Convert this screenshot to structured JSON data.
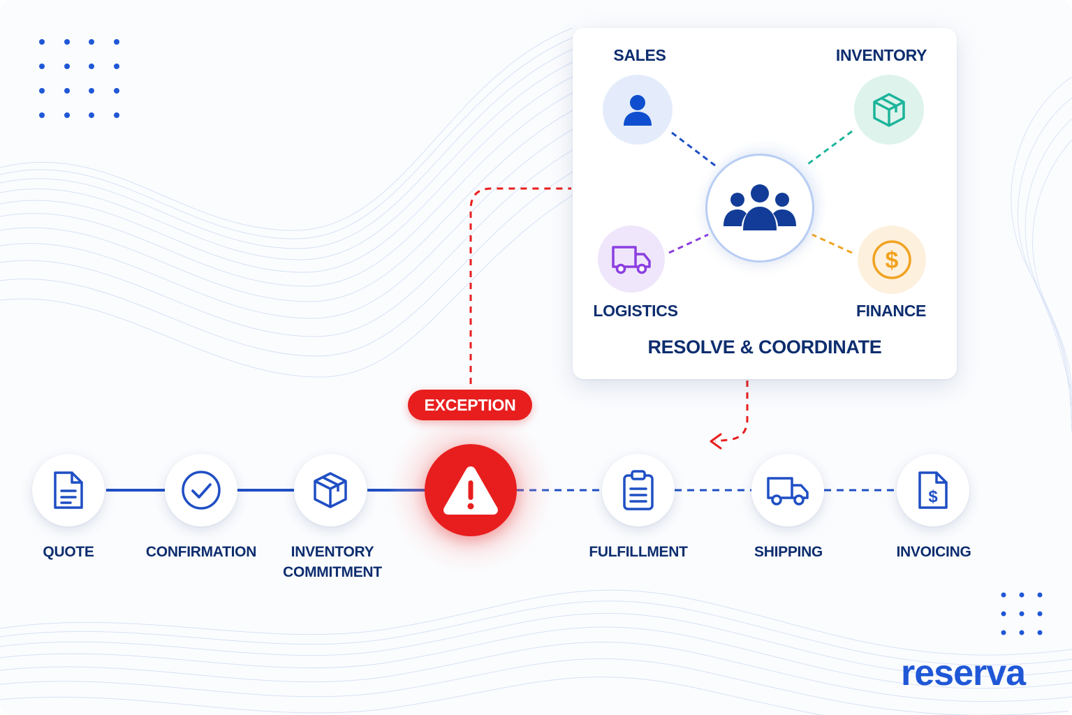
{
  "colors": {
    "navy": "#0d2d6e",
    "blue": "#1f4fc4",
    "red": "#e81e1e",
    "sales_bg": "#e4ecfb",
    "inventory_bg": "#def3ec",
    "inventory_icon": "#1bb49a",
    "logistics_bg": "#efe6fb",
    "logistics_icon": "#8b3fe0",
    "finance_bg": "#fdf0dd",
    "finance_icon": "#f0a320",
    "brand": "#1f57d6"
  },
  "hub": {
    "title": "RESOLVE & COORDINATE",
    "center_icon": "team-icon",
    "departments": [
      {
        "label": "SALES",
        "icon": "person-icon"
      },
      {
        "label": "INVENTORY",
        "icon": "box-icon"
      },
      {
        "label": "LOGISTICS",
        "icon": "truck-icon"
      },
      {
        "label": "FINANCE",
        "icon": "dollar-coin-icon"
      }
    ]
  },
  "exception": {
    "label": "EXCEPTION",
    "icon": "warning-icon"
  },
  "steps": [
    {
      "label": "QUOTE",
      "icon": "document-icon"
    },
    {
      "label": "CONFIRMATION",
      "icon": "check-circle-icon"
    },
    {
      "label": "INVENTORY",
      "label2": "COMMITMENT",
      "icon": "box-icon"
    },
    {
      "label": "FULFILLMENT",
      "icon": "clipboard-icon"
    },
    {
      "label": "SHIPPING",
      "icon": "truck-icon"
    },
    {
      "label": "INVOICING",
      "icon": "invoice-icon"
    }
  ],
  "brand": {
    "name": "reserva"
  }
}
